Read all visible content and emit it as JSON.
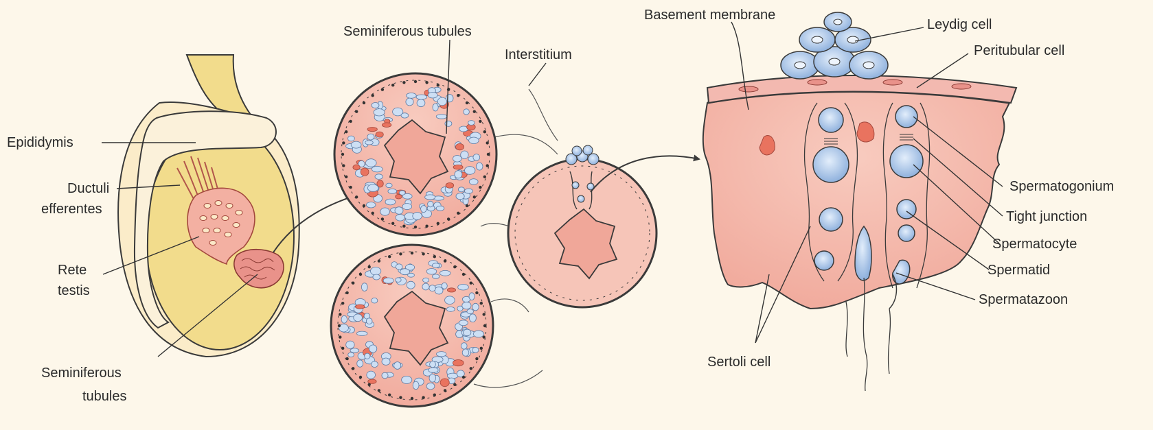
{
  "labels": {
    "epididymis": "Epididymis",
    "ductuli_line1": "Ductuli",
    "ductuli_line2": "efferentes",
    "rete_line1": "Rete",
    "rete_line2": "testis",
    "semi_left_line1": "Seminiferous",
    "semi_left_line2": "tubules",
    "semi_top": "Seminiferous tubules",
    "interstitium": "Interstitium",
    "basement_membrane": "Basement membrane",
    "leydig_cell": "Leydig cell",
    "peritubular_cell": "Peritubular cell",
    "spermatogonium": "Spermatogonium",
    "tight_junction": "Tight junction",
    "spermatocyte": "Spermatocyte",
    "spermatid": "Spermatid",
    "spermatazoon": "Spermatazoon",
    "sertoli_cell": "Sertoli cell"
  },
  "colors": {
    "background": "#fdf7ea",
    "testis_fill": "#f2dc8c",
    "tissue_pink": "#f3b9b0",
    "cell_blue": "#a9c6ea",
    "red_blob": "#e9735f",
    "outline": "#3a3a3a"
  }
}
